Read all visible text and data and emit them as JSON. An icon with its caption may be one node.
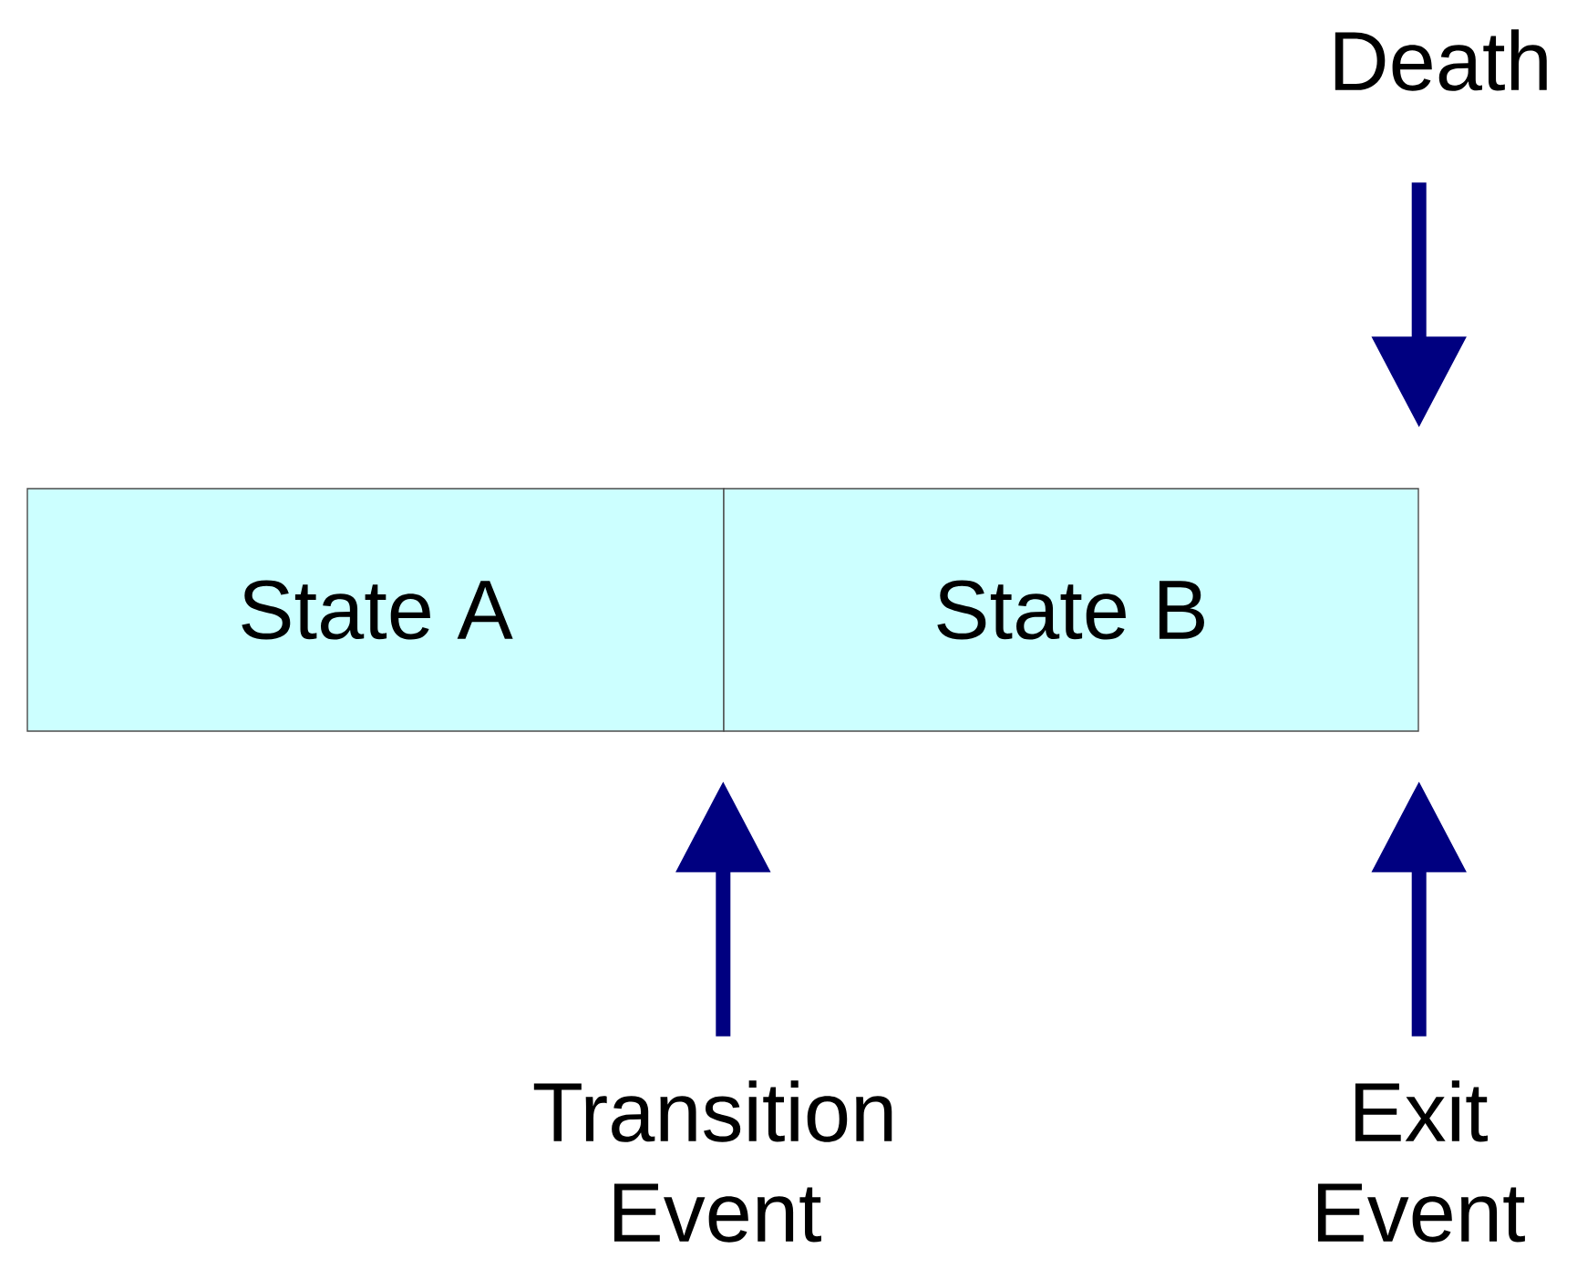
{
  "diagram": {
    "nodes": [
      {
        "text": [
          "State A"
        ]
      },
      {
        "text": [
          "State B"
        ]
      },
      {
        "text": [
          "Death"
        ]
      },
      {
        "text": [
          "Transition Event"
        ]
      },
      {
        "text": [
          "Exit Event"
        ]
      }
    ],
    "edges": [
      {
        "from": 2,
        "to": 1,
        "arrow": "to"
      },
      {
        "from": 3,
        "to": 1,
        "arrow": "to"
      },
      {
        "from": 4,
        "to": 1,
        "arrow": "to"
      }
    ]
  }
}
